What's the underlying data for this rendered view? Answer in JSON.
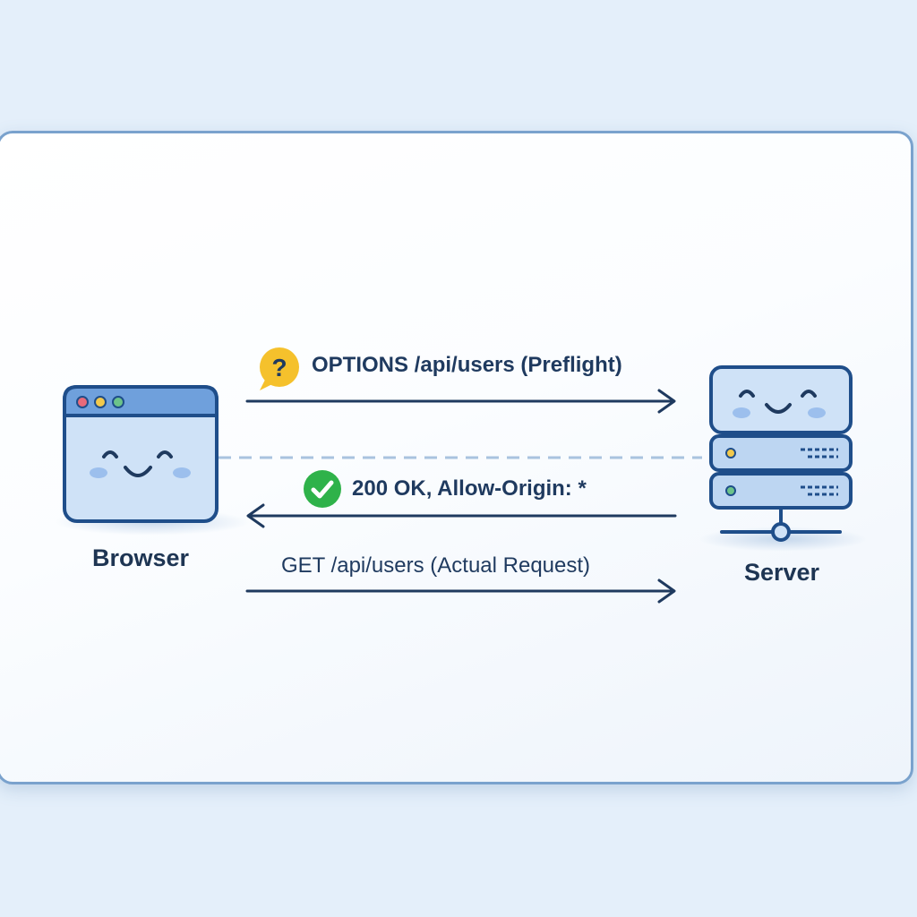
{
  "nodes": {
    "browser": {
      "label": "Browser"
    },
    "server": {
      "label": "Server"
    }
  },
  "messages": [
    {
      "text": "OPTIONS /api/users (Preflight)",
      "direction": "browser-to-server",
      "badge": "question-icon"
    },
    {
      "text": "200 OK, Allow-Origin: *",
      "direction": "server-to-browser",
      "badge": "check-icon"
    },
    {
      "text": "GET /api/users (Actual Request)",
      "direction": "browser-to-server",
      "badge": ""
    }
  ],
  "colors": {
    "line": "#1f3a5f",
    "node_fill": "#c6dcf4",
    "node_outline": "#1f4e8a",
    "question_badge": "#f5c12c",
    "check_badge": "#2fb24a"
  }
}
